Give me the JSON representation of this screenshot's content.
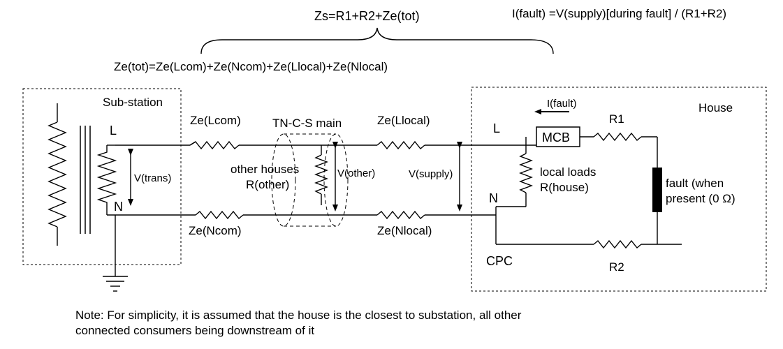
{
  "formulas": {
    "zs": "Zs=R1+R2+Ze(tot)",
    "ifault": "I(fault) =V(supply)[during fault] / (R1+R2)",
    "ze_tot": "Ze(tot)=Ze(Lcom)+Ze(Ncom)+Ze(Llocal)+Ze(Nlocal)"
  },
  "substation": {
    "title": "Sub-station",
    "L": "L",
    "N": "N",
    "v_trans": "V(trans)"
  },
  "main": {
    "ze_lcom": "Ze(Lcom)",
    "ze_ncom": "Ze(Ncom)",
    "tncs": "TN-C-S main",
    "other_houses": "other houses",
    "r_other": "R(other)",
    "v_other": "V(other)",
    "ze_llocal": "Ze(Llocal)",
    "ze_nlocal": "Ze(Nlocal)",
    "v_supply": "V(supply)"
  },
  "house": {
    "title": "House",
    "L": "L",
    "N": "N",
    "i_fault": "I(fault)",
    "mcb": "MCB",
    "r1": "R1",
    "r2": "R2",
    "local_loads": "local loads",
    "r_house": "R(house)",
    "fault_line1": "fault (when",
    "fault_line2": "present (0 Ω)",
    "cpc": "CPC"
  },
  "note": {
    "line1": "Note:  For simplicity, it is assumed that the house is the closest to substation, all other",
    "line2": "connected consumers being downstream of it"
  }
}
